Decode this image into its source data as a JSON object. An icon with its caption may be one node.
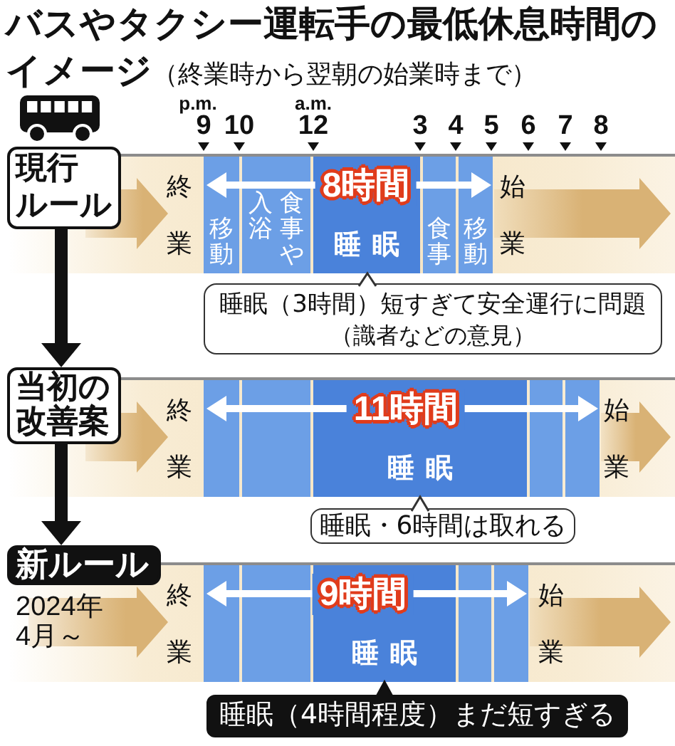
{
  "diagram": {
    "title": "**バスやタクシー運転手の最低休息時間のイメージ**（終業時から翌朝の始業時まで）",
    "nodes": [
      {
        "text": [
          "現行ルール"
        ]
      },
      {
        "text": [
          "終業",
          "始業"
        ]
      },
      {
        "text": [
          "移動"
        ],
        "in": 1
      },
      {
        "text": [
          "食事や入浴"
        ],
        "in": 1
      },
      {
        "text": [
          "睡眠"
        ],
        "in": 1
      },
      {
        "text": [
          "食事"
        ],
        "in": 1
      },
      {
        "text": [
          "移動"
        ],
        "in": 1
      },
      {
        "text": [
          "8時間"
        ],
        "in": 1
      },
      {
        "text": [
          "睡眠（3時間）短すぎて安全運行に問題",
          "（識者などの意見）"
        ]
      },
      {
        "text": [
          "当初の改善案"
        ]
      },
      {
        "text": [
          "終業",
          "始業"
        ]
      },
      {
        "text": [],
        "shape": "box",
        "in": 10
      },
      {
        "text": [],
        "shape": "box",
        "in": 10
      },
      {
        "text": [
          "睡眠"
        ],
        "in": 10
      },
      {
        "text": [],
        "shape": "box",
        "in": 10
      },
      {
        "text": [],
        "shape": "box",
        "in": 10
      },
      {
        "text": [
          "11時間"
        ],
        "in": 10
      },
      {
        "text": [
          "睡眠・6時間は取れる"
        ]
      },
      {
        "text": [
          "新ルール"
        ],
        "beside": [
          "2024年4月～"
        ]
      },
      {
        "text": [
          "終業",
          "始業"
        ]
      },
      {
        "text": [],
        "shape": "box",
        "in": 19
      },
      {
        "text": [],
        "shape": "box",
        "in": 19
      },
      {
        "text": [
          "睡眠"
        ],
        "in": 19
      },
      {
        "text": [],
        "shape": "box",
        "in": 19
      },
      {
        "text": [],
        "shape": "box",
        "in": 19
      },
      {
        "text": [
          "9時間"
        ],
        "in": 19
      },
      {
        "text": [
          "睡眠（4時間程度）まだ短すぎる"
        ]
      }
    ],
    "edges": [
      {
        "from": 0,
        "to": 9,
        "arrow": "to",
        "style": "thick"
      },
      {
        "from": 9,
        "to": 18,
        "arrow": "to",
        "style": "thick"
      },
      {
        "from": 8,
        "to": 4,
        "arrow": "to"
      },
      {
        "from": 17,
        "to": 13,
        "arrow": "to"
      },
      {
        "from": 26,
        "to": 22,
        "arrow": "to"
      }
    ],
    "labels": [
      "p.m.",
      "a.m.",
      "9",
      "10",
      "12",
      "3",
      "4",
      "5",
      "6",
      "7",
      "8"
    ]
  }
}
